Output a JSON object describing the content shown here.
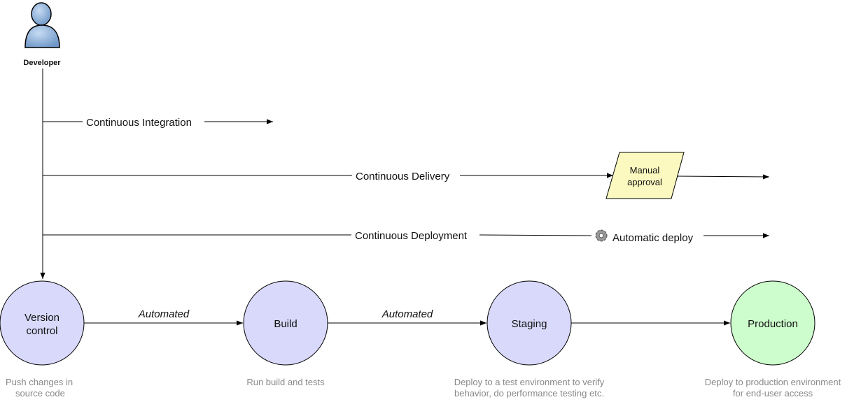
{
  "actor": {
    "label": "Developer",
    "icon": "person-icon"
  },
  "flows": {
    "ci": {
      "label": "Continuous Integration"
    },
    "cdelivery": {
      "label": "Continuous Delivery",
      "gate_line1": "Manual",
      "gate_line2": "approval"
    },
    "cdeploy": {
      "label": "Continuous Deployment",
      "auto_label": "Automatic deploy",
      "auto_icon": "gear-icon"
    }
  },
  "stages": {
    "vc": {
      "line1": "Version",
      "line2": "control",
      "cap1": "Push changes in",
      "cap2": "source code"
    },
    "build": {
      "label": "Build",
      "cap1": "Run build and tests"
    },
    "staging": {
      "label": "Staging",
      "cap1": "Deploy to a test environment to verify",
      "cap2": "behavior, do performance testing etc."
    },
    "prod": {
      "label": "Production",
      "cap1": "Deploy to production environment",
      "cap2": "for end-user access"
    }
  },
  "edges": {
    "e1": "Automated",
    "e2": "Automated"
  },
  "colors": {
    "stage_fill": "#d9d9fb",
    "prod_fill": "#cdfccd",
    "gate_fill": "#fcf9c0",
    "person_fill": "#8fb3dc"
  }
}
